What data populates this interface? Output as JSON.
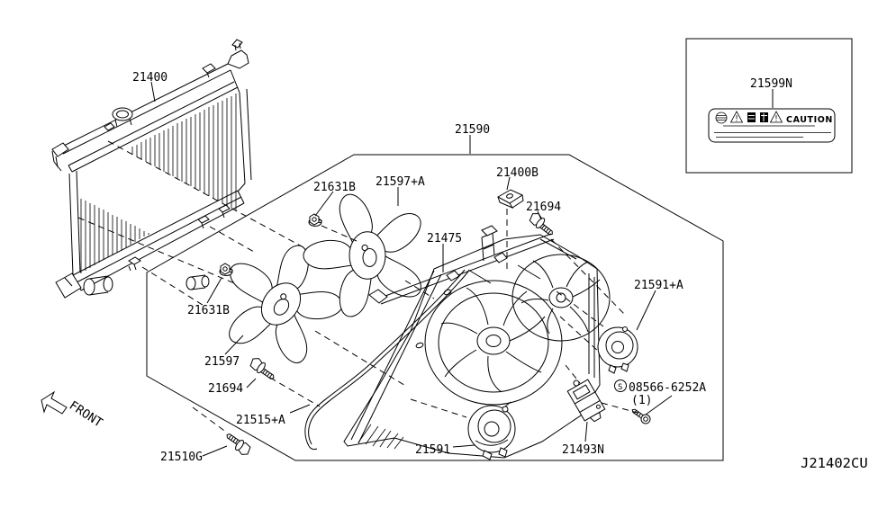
{
  "diagram": {
    "drawing_code": "J21402CU",
    "front_indicator": "FRONT",
    "caution_panel": {
      "part_label": "21599N",
      "caution_text": "CAUTION"
    },
    "labels": {
      "radiator": "21400",
      "fan_shroud_assembly": "21590",
      "nut_upper": "21631B",
      "fan_blade_sub": "21597+A",
      "radiator_bracket": "21400B",
      "bolt_upper": "21694",
      "shroud_bracket": "21475",
      "nut_lower": "21631B",
      "fan_blade": "21597",
      "bolt_lower": "21694",
      "sub_harness": "21515+A",
      "bolt_shroud": "21510G",
      "fan_motor": "21591",
      "resistor": "21493N",
      "fan_motor_sub": "21591+A",
      "screw_symbol": "S",
      "screw_part": "08566-6252A",
      "screw_qty": "(1)"
    }
  }
}
